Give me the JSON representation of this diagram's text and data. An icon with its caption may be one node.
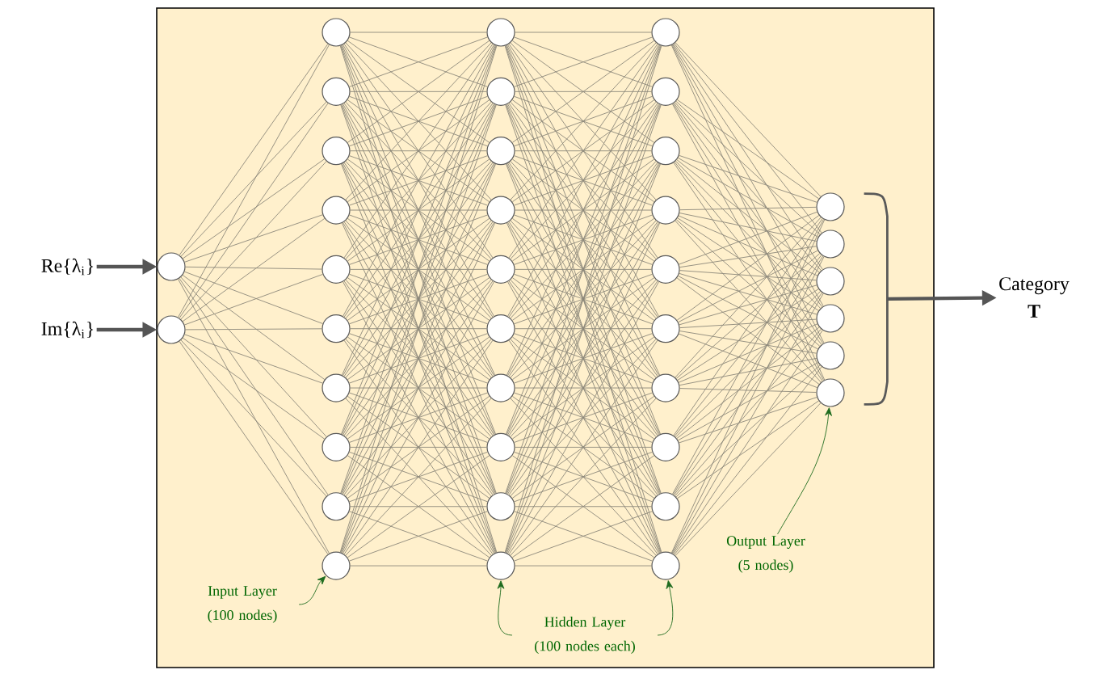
{
  "diagram": {
    "nodes": [
      {
        "text": [
          "Re{λ$_{i}$}"
        ]
      },
      {
        "text": [
          "Im{λ$_{i}$}"
        ]
      },
      {
        "text": [],
        "shape": "circle"
      },
      {
        "text": [],
        "shape": "circle"
      },
      {
        "text": [],
        "shape": "circle"
      },
      {
        "text": [],
        "shape": "circle"
      },
      {
        "text": [],
        "shape": "circle"
      },
      {
        "text": [],
        "shape": "circle"
      },
      {
        "text": [],
        "shape": "circle"
      },
      {
        "text": [],
        "shape": "circle"
      },
      {
        "text": [],
        "shape": "circle"
      },
      {
        "text": [],
        "shape": "circle"
      },
      {
        "text": [],
        "shape": "circle"
      },
      {
        "text": [],
        "shape": "circle"
      },
      {
        "text": [],
        "shape": "circle"
      },
      {
        "text": [],
        "shape": "circle"
      },
      {
        "text": [],
        "shape": "circle"
      },
      {
        "text": [],
        "shape": "circle"
      },
      {
        "text": [],
        "shape": "circle"
      },
      {
        "text": [],
        "shape": "circle"
      },
      {
        "text": [],
        "shape": "circle"
      },
      {
        "text": [],
        "shape": "circle"
      },
      {
        "text": [],
        "shape": "circle"
      },
      {
        "text": [],
        "shape": "circle"
      },
      {
        "text": [],
        "shape": "circle"
      },
      {
        "text": [],
        "shape": "circle"
      },
      {
        "text": [],
        "shape": "circle"
      },
      {
        "text": [],
        "shape": "circle"
      },
      {
        "text": [],
        "shape": "circle"
      },
      {
        "text": [],
        "shape": "circle"
      },
      {
        "text": [],
        "shape": "circle"
      },
      {
        "text": [],
        "shape": "circle"
      },
      {
        "text": [],
        "shape": "circle"
      },
      {
        "text": [],
        "shape": "circle"
      },
      {
        "text": [],
        "shape": "circle"
      },
      {
        "text": [],
        "shape": "circle"
      },
      {
        "text": [],
        "shape": "circle"
      },
      {
        "text": [],
        "shape": "circle"
      },
      {
        "text": [],
        "shape": "circle"
      },
      {
        "text": [],
        "shape": "circle"
      },
      {
        "text": [],
        "shape": "bracket"
      },
      {
        "text": [
          "Category",
          "T"
        ]
      },
      {
        "text": [
          "Input Layer (100 nodes)"
        ]
      },
      {
        "text": [
          "Hidden Layer (100 nodes each)"
        ]
      },
      {
        "text": [
          "Output Layer (5 nodes)"
        ]
      }
    ],
    "edges": [
      {
        "from": 0,
        "to": 2,
        "arrow": "to",
        "style": "thick",
        "color": "#555555"
      },
      {
        "from": 1,
        "to": 3,
        "arrow": "to",
        "style": "thick",
        "color": "#555555"
      },
      {
        "from": 2,
        "to": 4,
        "arrow": "none"
      },
      {
        "from": 2,
        "to": 5,
        "arrow": "none"
      },
      {
        "from": 2,
        "to": 6,
        "arrow": "none"
      },
      {
        "from": 2,
        "to": 7,
        "arrow": "none"
      },
      {
        "from": 2,
        "to": 8,
        "arrow": "none"
      },
      {
        "from": 2,
        "to": 9,
        "arrow": "none"
      },
      {
        "from": 2,
        "to": 10,
        "arrow": "none"
      },
      {
        "from": 2,
        "to": 11,
        "arrow": "none"
      },
      {
        "from": 2,
        "to": 12,
        "arrow": "none"
      },
      {
        "from": 2,
        "to": 13,
        "arrow": "none"
      },
      {
        "from": 3,
        "to": 4,
        "arrow": "none"
      },
      {
        "from": 3,
        "to": 5,
        "arrow": "none"
      },
      {
        "from": 3,
        "to": 6,
        "arrow": "none"
      },
      {
        "from": 3,
        "to": 7,
        "arrow": "none"
      },
      {
        "from": 3,
        "to": 8,
        "arrow": "none"
      },
      {
        "from": 3,
        "to": 9,
        "arrow": "none"
      },
      {
        "from": 3,
        "to": 10,
        "arrow": "none"
      },
      {
        "from": 3,
        "to": 11,
        "arrow": "none"
      },
      {
        "from": 3,
        "to": 12,
        "arrow": "none"
      },
      {
        "from": 3,
        "to": 13,
        "arrow": "none"
      },
      {
        "from": 4,
        "to": 14,
        "arrow": "none"
      },
      {
        "from": 4,
        "to": 15,
        "arrow": "none"
      },
      {
        "from": 4,
        "to": 16,
        "arrow": "none"
      },
      {
        "from": 4,
        "to": 17,
        "arrow": "none"
      },
      {
        "from": 4,
        "to": 18,
        "arrow": "none"
      },
      {
        "from": 4,
        "to": 19,
        "arrow": "none"
      },
      {
        "from": 4,
        "to": 20,
        "arrow": "none"
      },
      {
        "from": 4,
        "to": 21,
        "arrow": "none"
      },
      {
        "from": 4,
        "to": 22,
        "arrow": "none"
      },
      {
        "from": 4,
        "to": 23,
        "arrow": "none"
      },
      {
        "from": 5,
        "to": 14,
        "arrow": "none"
      },
      {
        "from": 5,
        "to": 15,
        "arrow": "none"
      },
      {
        "from": 5,
        "to": 16,
        "arrow": "none"
      },
      {
        "from": 5,
        "to": 17,
        "arrow": "none"
      },
      {
        "from": 5,
        "to": 18,
        "arrow": "none"
      },
      {
        "from": 5,
        "to": 19,
        "arrow": "none"
      },
      {
        "from": 5,
        "to": 20,
        "arrow": "none"
      },
      {
        "from": 5,
        "to": 21,
        "arrow": "none"
      },
      {
        "from": 5,
        "to": 22,
        "arrow": "none"
      },
      {
        "from": 5,
        "to": 23,
        "arrow": "none"
      },
      {
        "from": 6,
        "to": 14,
        "arrow": "none"
      },
      {
        "from": 6,
        "to": 15,
        "arrow": "none"
      },
      {
        "from": 6,
        "to": 16,
        "arrow": "none"
      },
      {
        "from": 6,
        "to": 17,
        "arrow": "none"
      },
      {
        "from": 6,
        "to": 18,
        "arrow": "none"
      },
      {
        "from": 6,
        "to": 19,
        "arrow": "none"
      },
      {
        "from": 6,
        "to": 20,
        "arrow": "none"
      },
      {
        "from": 6,
        "to": 21,
        "arrow": "none"
      },
      {
        "from": 6,
        "to": 22,
        "arrow": "none"
      },
      {
        "from": 6,
        "to": 23,
        "arrow": "none"
      },
      {
        "from": 7,
        "to": 14,
        "arrow": "none"
      },
      {
        "from": 7,
        "to": 15,
        "arrow": "none"
      },
      {
        "from": 7,
        "to": 16,
        "arrow": "none"
      },
      {
        "from": 7,
        "to": 17,
        "arrow": "none"
      },
      {
        "from": 7,
        "to": 18,
        "arrow": "none"
      },
      {
        "from": 7,
        "to": 19,
        "arrow": "none"
      },
      {
        "from": 7,
        "to": 20,
        "arrow": "none"
      },
      {
        "from": 7,
        "to": 21,
        "arrow": "none"
      },
      {
        "from": 7,
        "to": 22,
        "arrow": "none"
      },
      {
        "from": 7,
        "to": 23,
        "arrow": "none"
      },
      {
        "from": 8,
        "to": 14,
        "arrow": "none"
      },
      {
        "from": 8,
        "to": 15,
        "arrow": "none"
      },
      {
        "from": 8,
        "to": 16,
        "arrow": "none"
      },
      {
        "from": 8,
        "to": 17,
        "arrow": "none"
      },
      {
        "from": 8,
        "to": 18,
        "arrow": "none"
      },
      {
        "from": 8,
        "to": 19,
        "arrow": "none"
      },
      {
        "from": 8,
        "to": 20,
        "arrow": "none"
      },
      {
        "from": 8,
        "to": 21,
        "arrow": "none"
      },
      {
        "from": 8,
        "to": 22,
        "arrow": "none"
      },
      {
        "from": 8,
        "to": 23,
        "arrow": "none"
      },
      {
        "from": 9,
        "to": 14,
        "arrow": "none"
      },
      {
        "from": 9,
        "to": 15,
        "arrow": "none"
      },
      {
        "from": 9,
        "to": 16,
        "arrow": "none"
      },
      {
        "from": 9,
        "to": 17,
        "arrow": "none"
      },
      {
        "from": 9,
        "to": 18,
        "arrow": "none"
      },
      {
        "from": 9,
        "to": 19,
        "arrow": "none"
      },
      {
        "from": 9,
        "to": 20,
        "arrow": "none"
      },
      {
        "from": 9,
        "to": 21,
        "arrow": "none"
      },
      {
        "from": 9,
        "to": 22,
        "arrow": "none"
      },
      {
        "from": 9,
        "to": 23,
        "arrow": "none"
      },
      {
        "from": 10,
        "to": 14,
        "arrow": "none"
      },
      {
        "from": 10,
        "to": 15,
        "arrow": "none"
      },
      {
        "from": 10,
        "to": 16,
        "arrow": "none"
      },
      {
        "from": 10,
        "to": 17,
        "arrow": "none"
      },
      {
        "from": 10,
        "to": 18,
        "arrow": "none"
      },
      {
        "from": 10,
        "to": 19,
        "arrow": "none"
      },
      {
        "from": 10,
        "to": 20,
        "arrow": "none"
      },
      {
        "from": 10,
        "to": 21,
        "arrow": "none"
      },
      {
        "from": 10,
        "to": 22,
        "arrow": "none"
      },
      {
        "from": 10,
        "to": 23,
        "arrow": "none"
      },
      {
        "from": 11,
        "to": 14,
        "arrow": "none"
      },
      {
        "from": 11,
        "to": 15,
        "arrow": "none"
      },
      {
        "from": 11,
        "to": 16,
        "arrow": "none"
      },
      {
        "from": 11,
        "to": 17,
        "arrow": "none"
      },
      {
        "from": 11,
        "to": 18,
        "arrow": "none"
      },
      {
        "from": 11,
        "to": 19,
        "arrow": "none"
      },
      {
        "from": 11,
        "to": 20,
        "arrow": "none"
      },
      {
        "from": 11,
        "to": 21,
        "arrow": "none"
      },
      {
        "from": 11,
        "to": 22,
        "arrow": "none"
      },
      {
        "from": 11,
        "to": 23,
        "arrow": "none"
      },
      {
        "from": 12,
        "to": 14,
        "arrow": "none"
      },
      {
        "from": 12,
        "to": 15,
        "arrow": "none"
      },
      {
        "from": 12,
        "to": 16,
        "arrow": "none"
      },
      {
        "from": 12,
        "to": 17,
        "arrow": "none"
      },
      {
        "from": 12,
        "to": 18,
        "arrow": "none"
      },
      {
        "from": 12,
        "to": 19,
        "arrow": "none"
      },
      {
        "from": 12,
        "to": 20,
        "arrow": "none"
      },
      {
        "from": 12,
        "to": 21,
        "arrow": "none"
      },
      {
        "from": 12,
        "to": 22,
        "arrow": "none"
      },
      {
        "from": 12,
        "to": 23,
        "arrow": "none"
      },
      {
        "from": 13,
        "to": 14,
        "arrow": "none"
      },
      {
        "from": 13,
        "to": 15,
        "arrow": "none"
      },
      {
        "from": 13,
        "to": 16,
        "arrow": "none"
      },
      {
        "from": 13,
        "to": 17,
        "arrow": "none"
      },
      {
        "from": 13,
        "to": 18,
        "arrow": "none"
      },
      {
        "from": 13,
        "to": 19,
        "arrow": "none"
      },
      {
        "from": 13,
        "to": 20,
        "arrow": "none"
      },
      {
        "from": 13,
        "to": 21,
        "arrow": "none"
      },
      {
        "from": 13,
        "to": 22,
        "arrow": "none"
      },
      {
        "from": 13,
        "to": 23,
        "arrow": "none"
      },
      {
        "from": 14,
        "to": 24,
        "arrow": "none"
      },
      {
        "from": 14,
        "to": 25,
        "arrow": "none"
      },
      {
        "from": 14,
        "to": 26,
        "arrow": "none"
      },
      {
        "from": 14,
        "to": 27,
        "arrow": "none"
      },
      {
        "from": 14,
        "to": 28,
        "arrow": "none"
      },
      {
        "from": 14,
        "to": 29,
        "arrow": "none"
      },
      {
        "from": 14,
        "to": 30,
        "arrow": "none"
      },
      {
        "from": 14,
        "to": 31,
        "arrow": "none"
      },
      {
        "from": 14,
        "to": 32,
        "arrow": "none"
      },
      {
        "from": 14,
        "to": 33,
        "arrow": "none"
      },
      {
        "from": 15,
        "to": 24,
        "arrow": "none"
      },
      {
        "from": 15,
        "to": 25,
        "arrow": "none"
      },
      {
        "from": 15,
        "to": 26,
        "arrow": "none"
      },
      {
        "from": 15,
        "to": 27,
        "arrow": "none"
      },
      {
        "from": 15,
        "to": 28,
        "arrow": "none"
      },
      {
        "from": 15,
        "to": 29,
        "arrow": "none"
      },
      {
        "from": 15,
        "to": 30,
        "arrow": "none"
      },
      {
        "from": 15,
        "to": 31,
        "arrow": "none"
      },
      {
        "from": 15,
        "to": 32,
        "arrow": "none"
      },
      {
        "from": 15,
        "to": 33,
        "arrow": "none"
      },
      {
        "from": 16,
        "to": 24,
        "arrow": "none"
      },
      {
        "from": 16,
        "to": 25,
        "arrow": "none"
      },
      {
        "from": 16,
        "to": 26,
        "arrow": "none"
      },
      {
        "from": 16,
        "to": 27,
        "arrow": "none"
      },
      {
        "from": 16,
        "to": 28,
        "arrow": "none"
      },
      {
        "from": 16,
        "to": 29,
        "arrow": "none"
      },
      {
        "from": 16,
        "to": 30,
        "arrow": "none"
      },
      {
        "from": 16,
        "to": 31,
        "arrow": "none"
      },
      {
        "from": 16,
        "to": 32,
        "arrow": "none"
      },
      {
        "from": 16,
        "to": 33,
        "arrow": "none"
      },
      {
        "from": 17,
        "to": 24,
        "arrow": "none"
      },
      {
        "from": 17,
        "to": 25,
        "arrow": "none"
      },
      {
        "from": 17,
        "to": 26,
        "arrow": "none"
      },
      {
        "from": 17,
        "to": 27,
        "arrow": "none"
      },
      {
        "from": 17,
        "to": 28,
        "arrow": "none"
      },
      {
        "from": 17,
        "to": 29,
        "arrow": "none"
      },
      {
        "from": 17,
        "to": 30,
        "arrow": "none"
      },
      {
        "from": 17,
        "to": 31,
        "arrow": "none"
      },
      {
        "from": 17,
        "to": 32,
        "arrow": "none"
      },
      {
        "from": 17,
        "to": 33,
        "arrow": "none"
      },
      {
        "from": 18,
        "to": 24,
        "arrow": "none"
      },
      {
        "from": 18,
        "to": 25,
        "arrow": "none"
      },
      {
        "from": 18,
        "to": 26,
        "arrow": "none"
      },
      {
        "from": 18,
        "to": 27,
        "arrow": "none"
      },
      {
        "from": 18,
        "to": 28,
        "arrow": "none"
      },
      {
        "from": 18,
        "to": 29,
        "arrow": "none"
      },
      {
        "from": 18,
        "to": 30,
        "arrow": "none"
      },
      {
        "from": 18,
        "to": 31,
        "arrow": "none"
      },
      {
        "from": 18,
        "to": 32,
        "arrow": "none"
      },
      {
        "from": 18,
        "to": 33,
        "arrow": "none"
      },
      {
        "from": 19,
        "to": 24,
        "arrow": "none"
      },
      {
        "from": 19,
        "to": 25,
        "arrow": "none"
      },
      {
        "from": 19,
        "to": 26,
        "arrow": "none"
      },
      {
        "from": 19,
        "to": 27,
        "arrow": "none"
      },
      {
        "from": 19,
        "to": 28,
        "arrow": "none"
      },
      {
        "from": 19,
        "to": 29,
        "arrow": "none"
      },
      {
        "from": 19,
        "to": 30,
        "arrow": "none"
      },
      {
        "from": 19,
        "to": 31,
        "arrow": "none"
      },
      {
        "from": 19,
        "to": 32,
        "arrow": "none"
      },
      {
        "from": 19,
        "to": 33,
        "arrow": "none"
      },
      {
        "from": 20,
        "to": 24,
        "arrow": "none"
      },
      {
        "from": 20,
        "to": 25,
        "arrow": "none"
      },
      {
        "from": 20,
        "to": 26,
        "arrow": "none"
      },
      {
        "from": 20,
        "to": 27,
        "arrow": "none"
      },
      {
        "from": 20,
        "to": 28,
        "arrow": "none"
      },
      {
        "from": 20,
        "to": 29,
        "arrow": "none"
      },
      {
        "from": 20,
        "to": 30,
        "arrow": "none"
      },
      {
        "from": 20,
        "to": 31,
        "arrow": "none"
      },
      {
        "from": 20,
        "to": 32,
        "arrow": "none"
      },
      {
        "from": 20,
        "to": 33,
        "arrow": "none"
      },
      {
        "from": 21,
        "to": 24,
        "arrow": "none"
      },
      {
        "from": 21,
        "to": 25,
        "arrow": "none"
      },
      {
        "from": 21,
        "to": 26,
        "arrow": "none"
      },
      {
        "from": 21,
        "to": 27,
        "arrow": "none"
      },
      {
        "from": 21,
        "to": 28,
        "arrow": "none"
      },
      {
        "from": 21,
        "to": 29,
        "arrow": "none"
      },
      {
        "from": 21,
        "to": 30,
        "arrow": "none"
      },
      {
        "from": 21,
        "to": 31,
        "arrow": "none"
      },
      {
        "from": 21,
        "to": 32,
        "arrow": "none"
      },
      {
        "from": 21,
        "to": 33,
        "arrow": "none"
      },
      {
        "from": 22,
        "to": 24,
        "arrow": "none"
      },
      {
        "from": 22,
        "to": 25,
        "arrow": "none"
      },
      {
        "from": 22,
        "to": 26,
        "arrow": "none"
      },
      {
        "from": 22,
        "to": 27,
        "arrow": "none"
      },
      {
        "from": 22,
        "to": 28,
        "arrow": "none"
      },
      {
        "from": 22,
        "to": 29,
        "arrow": "none"
      },
      {
        "from": 22,
        "to": 30,
        "arrow": "none"
      },
      {
        "from": 22,
        "to": 31,
        "arrow": "none"
      },
      {
        "from": 22,
        "to": 32,
        "arrow": "none"
      },
      {
        "from": 22,
        "to": 33,
        "arrow": "none"
      },
      {
        "from": 23,
        "to": 24,
        "arrow": "none"
      },
      {
        "from": 23,
        "to": 25,
        "arrow": "none"
      },
      {
        "from": 23,
        "to": 26,
        "arrow": "none"
      },
      {
        "from": 23,
        "to": 27,
        "arrow": "none"
      },
      {
        "from": 23,
        "to": 28,
        "arrow": "none"
      },
      {
        "from": 23,
        "to": 29,
        "arrow": "none"
      },
      {
        "from": 23,
        "to": 30,
        "arrow": "none"
      },
      {
        "from": 23,
        "to": 31,
        "arrow": "none"
      },
      {
        "from": 23,
        "to": 32,
        "arrow": "none"
      },
      {
        "from": 23,
        "to": 33,
        "arrow": "none"
      },
      {
        "from": 24,
        "to": 34,
        "arrow": "none"
      },
      {
        "from": 24,
        "to": 35,
        "arrow": "none"
      },
      {
        "from": 24,
        "to": 36,
        "arrow": "none"
      },
      {
        "from": 24,
        "to": 37,
        "arrow": "none"
      },
      {
        "from": 24,
        "to": 38,
        "arrow": "none"
      },
      {
        "from": 24,
        "to": 39,
        "arrow": "none"
      },
      {
        "from": 25,
        "to": 34,
        "arrow": "none"
      },
      {
        "from": 25,
        "to": 35,
        "arrow": "none"
      },
      {
        "from": 25,
        "to": 36,
        "arrow": "none"
      },
      {
        "from": 25,
        "to": 37,
        "arrow": "none"
      },
      {
        "from": 25,
        "to": 38,
        "arrow": "none"
      },
      {
        "from": 25,
        "to": 39,
        "arrow": "none"
      },
      {
        "from": 26,
        "to": 34,
        "arrow": "none"
      },
      {
        "from": 26,
        "to": 35,
        "arrow": "none"
      },
      {
        "from": 26,
        "to": 36,
        "arrow": "none"
      },
      {
        "from": 26,
        "to": 37,
        "arrow": "none"
      },
      {
        "from": 26,
        "to": 38,
        "arrow": "none"
      },
      {
        "from": 26,
        "to": 39,
        "arrow": "none"
      },
      {
        "from": 27,
        "to": 34,
        "arrow": "none"
      },
      {
        "from": 27,
        "to": 35,
        "arrow": "none"
      },
      {
        "from": 27,
        "to": 36,
        "arrow": "none"
      },
      {
        "from": 27,
        "to": 37,
        "arrow": "none"
      },
      {
        "from": 27,
        "to": 38,
        "arrow": "none"
      },
      {
        "from": 27,
        "to": 39,
        "arrow": "none"
      },
      {
        "from": 28,
        "to": 34,
        "arrow": "none"
      },
      {
        "from": 28,
        "to": 35,
        "arrow": "none"
      },
      {
        "from": 28,
        "to": 36,
        "arrow": "none"
      },
      {
        "from": 28,
        "to": 37,
        "arrow": "none"
      },
      {
        "from": 28,
        "to": 38,
        "arrow": "none"
      },
      {
        "from": 28,
        "to": 39,
        "arrow": "none"
      },
      {
        "from": 29,
        "to": 34,
        "arrow": "none"
      },
      {
        "from": 29,
        "to": 35,
        "arrow": "none"
      },
      {
        "from": 29,
        "to": 36,
        "arrow": "none"
      },
      {
        "from": 29,
        "to": 37,
        "arrow": "none"
      },
      {
        "from": 29,
        "to": 38,
        "arrow": "none"
      },
      {
        "from": 29,
        "to": 39,
        "arrow": "none"
      },
      {
        "from": 30,
        "to": 34,
        "arrow": "none"
      },
      {
        "from": 30,
        "to": 35,
        "arrow": "none"
      },
      {
        "from": 30,
        "to": 36,
        "arrow": "none"
      },
      {
        "from": 30,
        "to": 37,
        "arrow": "none"
      },
      {
        "from": 30,
        "to": 38,
        "arrow": "none"
      },
      {
        "from": 30,
        "to": 39,
        "arrow": "none"
      },
      {
        "from": 31,
        "to": 34,
        "arrow": "none"
      },
      {
        "from": 31,
        "to": 35,
        "arrow": "none"
      },
      {
        "from": 31,
        "to": 36,
        "arrow": "none"
      },
      {
        "from": 31,
        "to": 37,
        "arrow": "none"
      },
      {
        "from": 31,
        "to": 38,
        "arrow": "none"
      },
      {
        "from": 31,
        "to": 39,
        "arrow": "none"
      },
      {
        "from": 32,
        "to": 34,
        "arrow": "none"
      },
      {
        "from": 32,
        "to": 35,
        "arrow": "none"
      },
      {
        "from": 32,
        "to": 36,
        "arrow": "none"
      },
      {
        "from": 32,
        "to": 37,
        "arrow": "none"
      },
      {
        "from": 32,
        "to": 38,
        "arrow": "none"
      },
      {
        "from": 32,
        "to": 39,
        "arrow": "none"
      },
      {
        "from": 33,
        "to": 34,
        "arrow": "none"
      },
      {
        "from": 33,
        "to": 35,
        "arrow": "none"
      },
      {
        "from": 33,
        "to": 36,
        "arrow": "none"
      },
      {
        "from": 33,
        "to": 37,
        "arrow": "none"
      },
      {
        "from": 33,
        "to": 38,
        "arrow": "none"
      },
      {
        "from": 33,
        "to": 39,
        "arrow": "none"
      },
      {
        "from": 40,
        "to": 41,
        "arrow": "to",
        "style": "thick",
        "color": "#555555"
      },
      {
        "from": 42,
        "to": 13,
        "arrow": "to",
        "color": "#1e6b1e"
      },
      {
        "from": 43,
        "to": 23,
        "arrow": "to",
        "color": "#1e6b1e"
      },
      {
        "from": 43,
        "to": 33,
        "arrow": "to",
        "color": "#1e6b1e"
      },
      {
        "from": 44,
        "to": 39,
        "arrow": "to",
        "color": "#1e6b1e"
      }
    ]
  }
}
